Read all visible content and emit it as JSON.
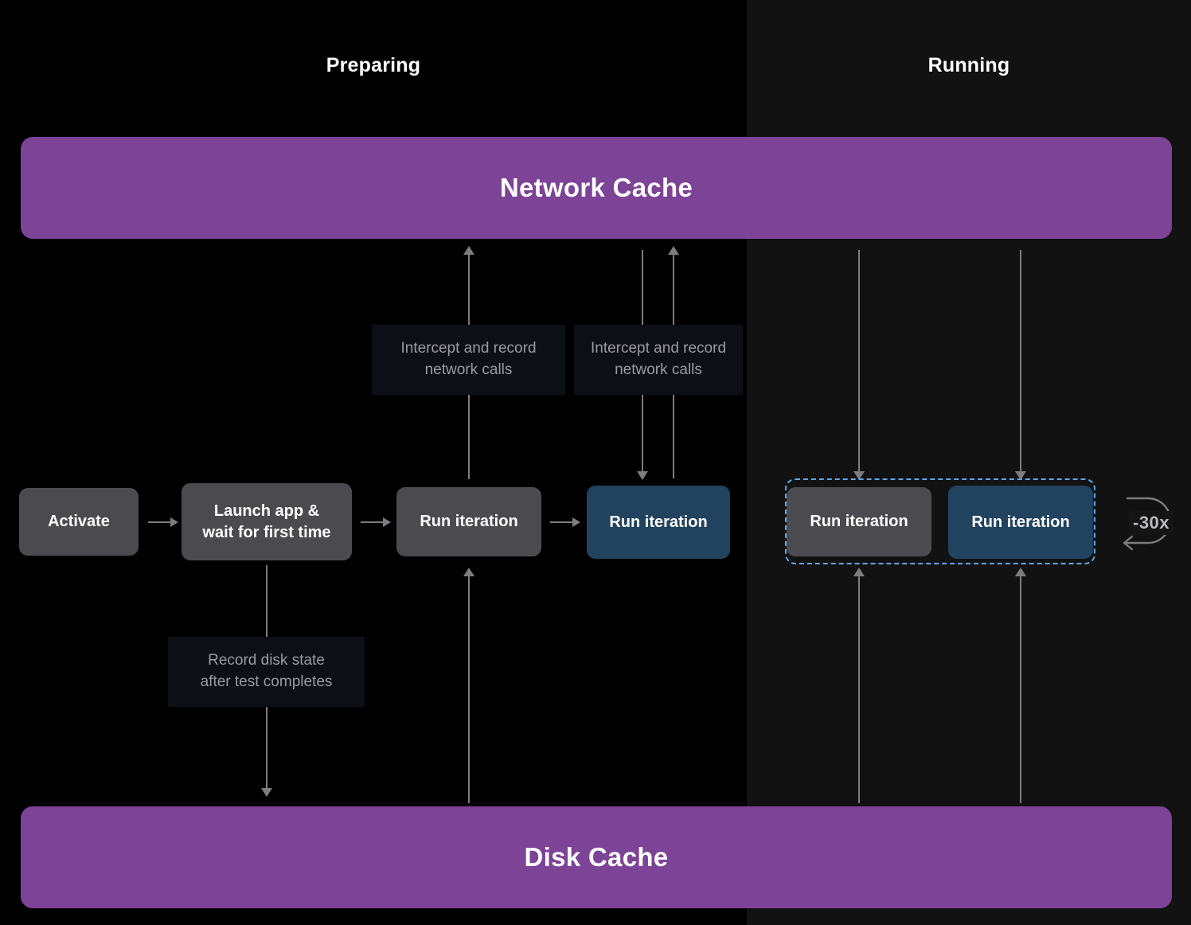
{
  "phases": {
    "preparing": "Preparing",
    "running": "Running"
  },
  "banners": {
    "network": "Network Cache",
    "disk": "Disk Cache"
  },
  "nodes": [
    {
      "id": "activate",
      "label": "Activate",
      "style": "gray"
    },
    {
      "id": "launch-app",
      "label": "Launch app &\nwait for first time",
      "style": "gray"
    },
    {
      "id": "run-iteration-1",
      "label": "Run iteration",
      "style": "gray"
    },
    {
      "id": "run-iteration-2",
      "label": "Run iteration",
      "style": "blue"
    },
    {
      "id": "run-iteration-3",
      "label": "Run iteration",
      "style": "gray"
    },
    {
      "id": "run-iteration-4",
      "label": "Run iteration",
      "style": "blue"
    }
  ],
  "node_labels": {
    "activate": "Activate",
    "launch_app_line1": "Launch app &",
    "launch_app_line2": "wait for first time",
    "run_iteration": "Run iteration"
  },
  "captions": {
    "intercept_line1": "Intercept and record",
    "intercept_line2": "network calls",
    "record_disk_line1": "Record disk state",
    "record_disk_line2": "after test completes"
  },
  "loop": {
    "count_label": "-30x",
    "icon": "loop-arrow-icon"
  },
  "colors": {
    "cache_purple": "#7d4397",
    "node_gray": "#4b4b4f",
    "node_blue": "#22435f",
    "dashed_blue": "#5fa8ea",
    "connector_gray": "#7d7d80",
    "caption_bg": "#0c1016",
    "caption_text": "#9b9ba1",
    "panel_preparing_bg": "#000000",
    "panel_running_bg": "#121212"
  }
}
